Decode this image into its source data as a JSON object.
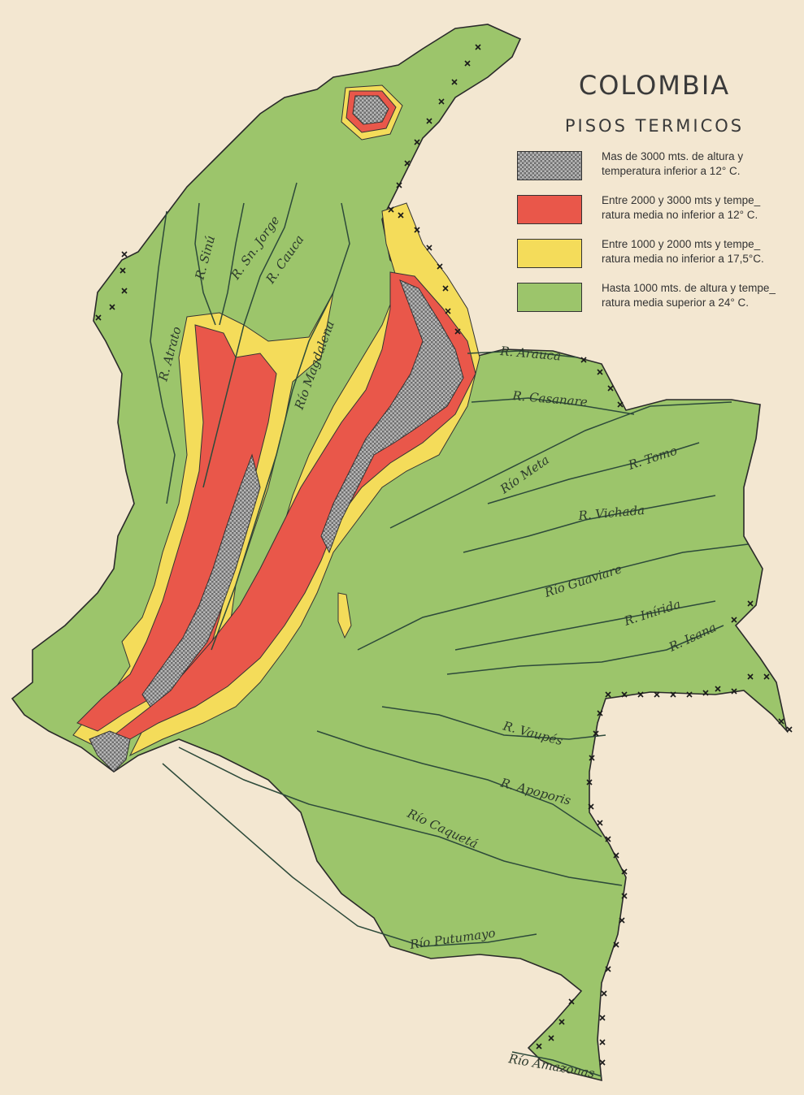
{
  "title": "COLOMBIA",
  "subtitle": "PISOS TERMICOS",
  "colors": {
    "paper": "#f3e7d1",
    "lowland": "#9cc56b",
    "temperate": "#f4dc5a",
    "cold": "#e9574a",
    "paramo": "#9a9a9a",
    "river": "#2d4a3a",
    "border": "#1a1a1a"
  },
  "legend": [
    {
      "id": "paramo",
      "color": "#9a9a9a",
      "line1": "Mas de 3000 mts. de altura y",
      "line2": "temperatura inferior a 12° C."
    },
    {
      "id": "frio",
      "color": "#e9574a",
      "line1": "Entre 2000 y 3000 mts y tempe_",
      "line2": "ratura media no inferior a 12° C."
    },
    {
      "id": "templado",
      "color": "#f4dc5a",
      "line1": "Entre 1000 y 2000 mts y tempe_",
      "line2": "ratura media no inferior a 17,5°C."
    },
    {
      "id": "calido",
      "color": "#9cc56b",
      "line1": "Hasta 1000 mts. de altura y tempe_",
      "line2": "ratura media superior a 24° C."
    }
  ],
  "rivers": {
    "sinu": "R. Sinú",
    "san_jorge": "R. Sn. Jorge",
    "cauca": "R. Cauca",
    "atrato": "R. Atrato",
    "magdalena": "Río Magdalena",
    "arauca": "R. Arauca",
    "casanare": "R. Casanare",
    "meta": "Río Meta",
    "tomo": "R. Tomo",
    "vichada": "R. Vichada",
    "guaviare": "Río Guaviare",
    "inirida": "R. Inírida",
    "isana": "R. Isana",
    "vaupes": "R. Vaupés",
    "apoporis": "R. Apoporis",
    "caqueta": "Río Caquetá",
    "putumayo": "Río Putumayo",
    "amazonas": "Río Amazonas"
  }
}
